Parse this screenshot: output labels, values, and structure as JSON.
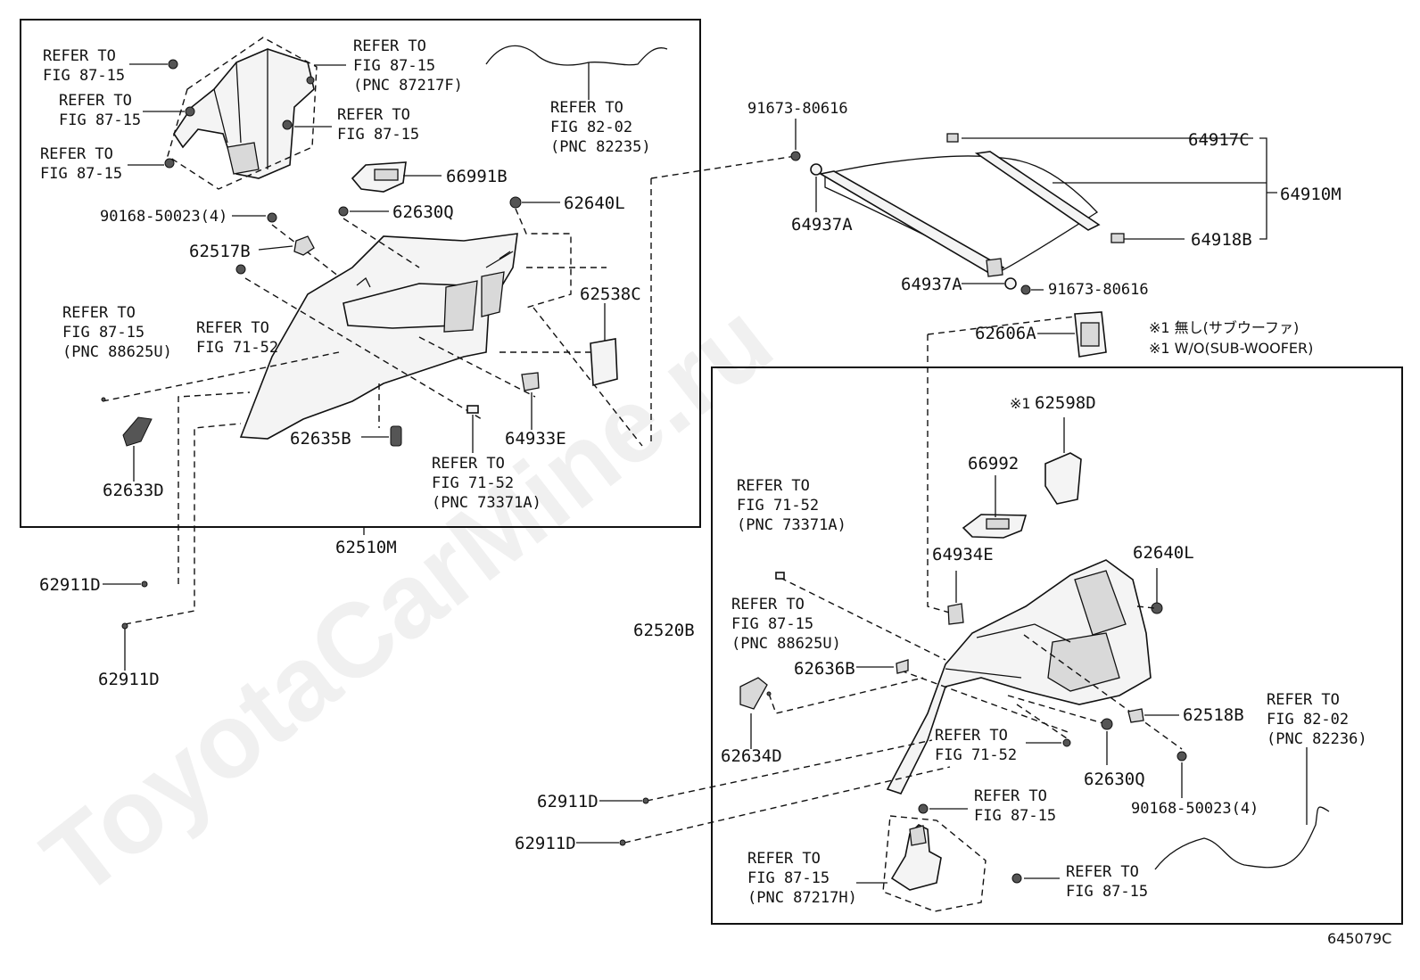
{
  "watermark": "ToyotaCarMine.ru",
  "drawing_number": "645079C",
  "assembly_labels": {
    "left_assembly": "62510M",
    "right_assembly": "62520B"
  },
  "note": {
    "line1": "※1 無し(サブウーファ)",
    "line2": "※1 W/O(SUB-WOOFER)"
  },
  "left_refs": {
    "r1": [
      "REFER TO",
      "FIG 87-15"
    ],
    "r2": [
      "REFER TO",
      "FIG 87-15"
    ],
    "r3": [
      "REFER TO",
      "FIG 87-15"
    ],
    "r4": [
      "REFER TO",
      "FIG 87-15",
      "(PNC 87217F)"
    ],
    "r5": [
      "REFER TO",
      "FIG 87-15"
    ],
    "r6": [
      "REFER TO",
      "FIG 82-02",
      "(PNC 82235)"
    ],
    "r7": [
      "REFER TO",
      "FIG 87-15",
      "(PNC 88625U)"
    ],
    "r8": [
      "REFER TO",
      "FIG 71-52"
    ],
    "r9": [
      "REFER TO",
      "FIG 71-52",
      "(PNC 73371A)"
    ]
  },
  "right_refs": {
    "r1": [
      "REFER TO",
      "FIG 71-52",
      "(PNC 73371A)"
    ],
    "r2": [
      "REFER TO",
      "FIG 87-15",
      "(PNC 88625U)"
    ],
    "r3": [
      "REFER TO",
      "FIG 71-52"
    ],
    "r4": [
      "REFER TO",
      "FIG 87-15"
    ],
    "r5": [
      "REFER TO",
      "FIG 87-15",
      "(PNC 87217H)"
    ],
    "r6": [
      "REFER TO",
      "FIG 87-15"
    ],
    "r7": [
      "REFER TO",
      "FIG 82-02",
      "(PNC 82236)"
    ]
  },
  "part_numbers": {
    "p66991B": "66991B",
    "p62630Q_l": "62630Q",
    "p62640L_l": "62640L",
    "p90168_l": "90168-50023(4)",
    "p62517B": "62517B",
    "p62538C": "62538C",
    "p62635B": "62635B",
    "p64933E": "64933E",
    "p62633D": "62633D",
    "p62911D_1": "62911D",
    "p62911D_2": "62911D",
    "p62911D_3": "62911D",
    "p62911D_4": "62911D",
    "p91673_top": "91673-80616",
    "p64937A_top": "64937A",
    "p64917C": "64917C",
    "p64910M": "64910M",
    "p64918B": "64918B",
    "p64937A_bot": "64937A",
    "p91673_bot": "91673-80616",
    "p62606A": "62606A",
    "p62598D_mark": "※1",
    "p62598D": "62598D",
    "p66992": "66992",
    "p64934E": "64934E",
    "p62640L_r": "62640L",
    "p62636B": "62636B",
    "p62518B": "62518B",
    "p62634D": "62634D",
    "p62630Q_r": "62630Q",
    "p90168_r": "90168-50023(4)"
  }
}
